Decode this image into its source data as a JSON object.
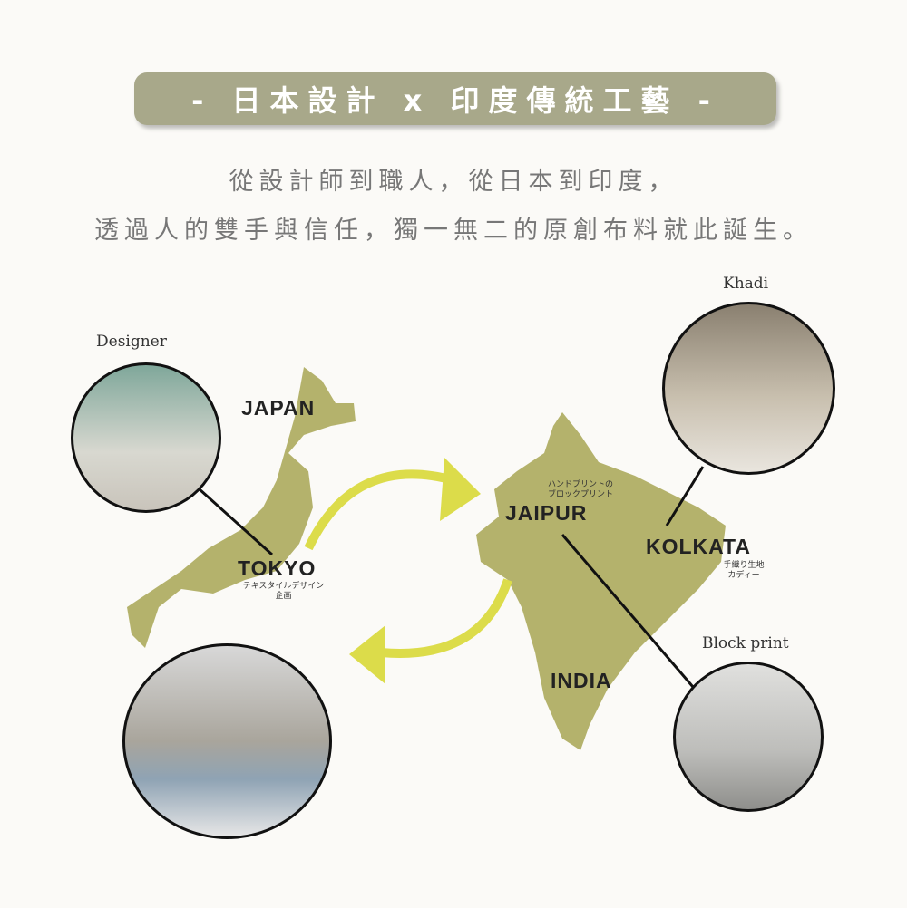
{
  "title": "- 日本設計 x 印度傳統工藝 -",
  "subtitle_line1": "從設計師到職人，從日本到印度，",
  "subtitle_line2": "透過人的雙手與信任，獨一無二的原創布料就此誕生。",
  "labels": {
    "japan": "JAPAN",
    "tokyo": "TOKYO",
    "tokyo_note1": "テキスタイルデザイン",
    "tokyo_note2": "企画",
    "jaipur": "JAIPUR",
    "jaipur_note1": "ハンドプリントの",
    "jaipur_note2": "ブロックプリント",
    "kolkata": "KOLKATA",
    "kolkata_note1": "手織り生地",
    "kolkata_note2": "カディー",
    "india": "INDIA"
  },
  "photos": {
    "designer": "Designer",
    "khadi": "Khadi",
    "block_print": "Block print"
  },
  "colors": {
    "map": "#b4b26c",
    "arrow": "#dcdc4a",
    "banner": "#a8a88a"
  }
}
